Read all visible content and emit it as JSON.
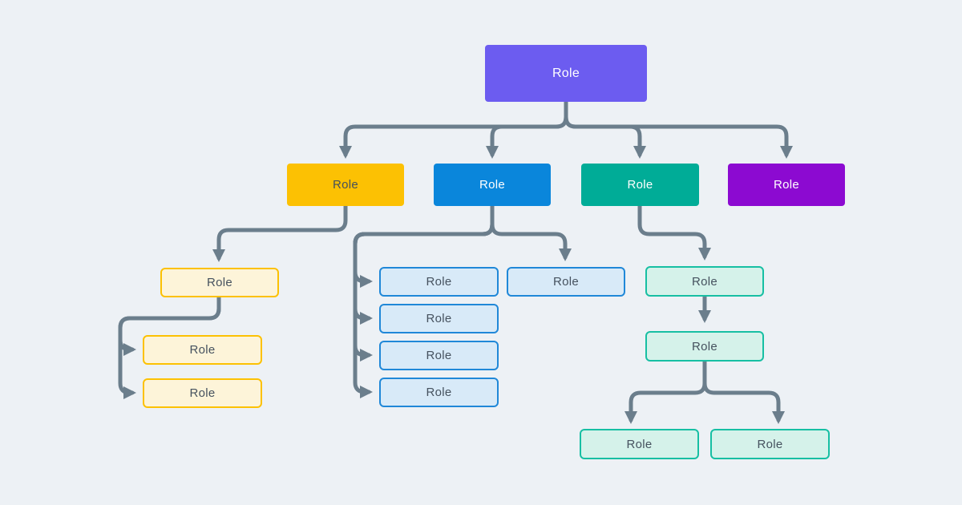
{
  "diagram": {
    "type": "role-hierarchy-org-chart",
    "palette": {
      "background": "#edf1f5",
      "connector_line": "#6b7e8c",
      "violet": "#6c5cf0",
      "yellow": "#fcc103",
      "blue": "#0a86db",
      "teal": "#00ac97",
      "purple": "#8c0ad1",
      "light_yellow_fill": "#fdf4d9",
      "light_blue_fill": "#d8eaf8",
      "light_teal_fill": "#d5f2ea",
      "text_dark": "#46525f",
      "text_light": "#ffffff"
    },
    "nodes": {
      "root": {
        "label": "Role",
        "variant": "violet-solid"
      },
      "l2_1": {
        "label": "Role",
        "variant": "yellow-solid"
      },
      "l2_2": {
        "label": "Role",
        "variant": "blue-solid"
      },
      "l2_3": {
        "label": "Role",
        "variant": "teal-solid"
      },
      "l2_4": {
        "label": "Role",
        "variant": "purple-solid"
      },
      "y_child": {
        "label": "Role",
        "variant": "yellow-outline"
      },
      "y_gc1": {
        "label": "Role",
        "variant": "yellow-outline"
      },
      "y_gc2": {
        "label": "Role",
        "variant": "yellow-outline"
      },
      "b_child1": {
        "label": "Role",
        "variant": "blue-outline"
      },
      "b_child2": {
        "label": "Role",
        "variant": "blue-outline"
      },
      "b_child3": {
        "label": "Role",
        "variant": "blue-outline"
      },
      "b_child4": {
        "label": "Role",
        "variant": "blue-outline"
      },
      "b_child5": {
        "label": "Role",
        "variant": "blue-outline"
      },
      "t_child": {
        "label": "Role",
        "variant": "teal-outline"
      },
      "t_gc": {
        "label": "Role",
        "variant": "teal-outline"
      },
      "t_ggc1": {
        "label": "Role",
        "variant": "teal-outline"
      },
      "t_ggc2": {
        "label": "Role",
        "variant": "teal-outline"
      }
    },
    "edges": [
      {
        "from": "root",
        "to": "l2_1"
      },
      {
        "from": "root",
        "to": "l2_2"
      },
      {
        "from": "root",
        "to": "l2_3"
      },
      {
        "from": "root",
        "to": "l2_4"
      },
      {
        "from": "l2_1",
        "to": "y_child"
      },
      {
        "from": "y_child",
        "to": "y_gc1"
      },
      {
        "from": "y_child",
        "to": "y_gc2"
      },
      {
        "from": "l2_2",
        "to": "b_child1"
      },
      {
        "from": "l2_2",
        "to": "b_child2"
      },
      {
        "from": "l2_2",
        "to": "b_child3"
      },
      {
        "from": "l2_2",
        "to": "b_child4"
      },
      {
        "from": "l2_2",
        "to": "b_child5"
      },
      {
        "from": "l2_3",
        "to": "t_child"
      },
      {
        "from": "t_child",
        "to": "t_gc"
      },
      {
        "from": "t_gc",
        "to": "t_ggc1"
      },
      {
        "from": "t_gc",
        "to": "t_ggc2"
      }
    ]
  }
}
